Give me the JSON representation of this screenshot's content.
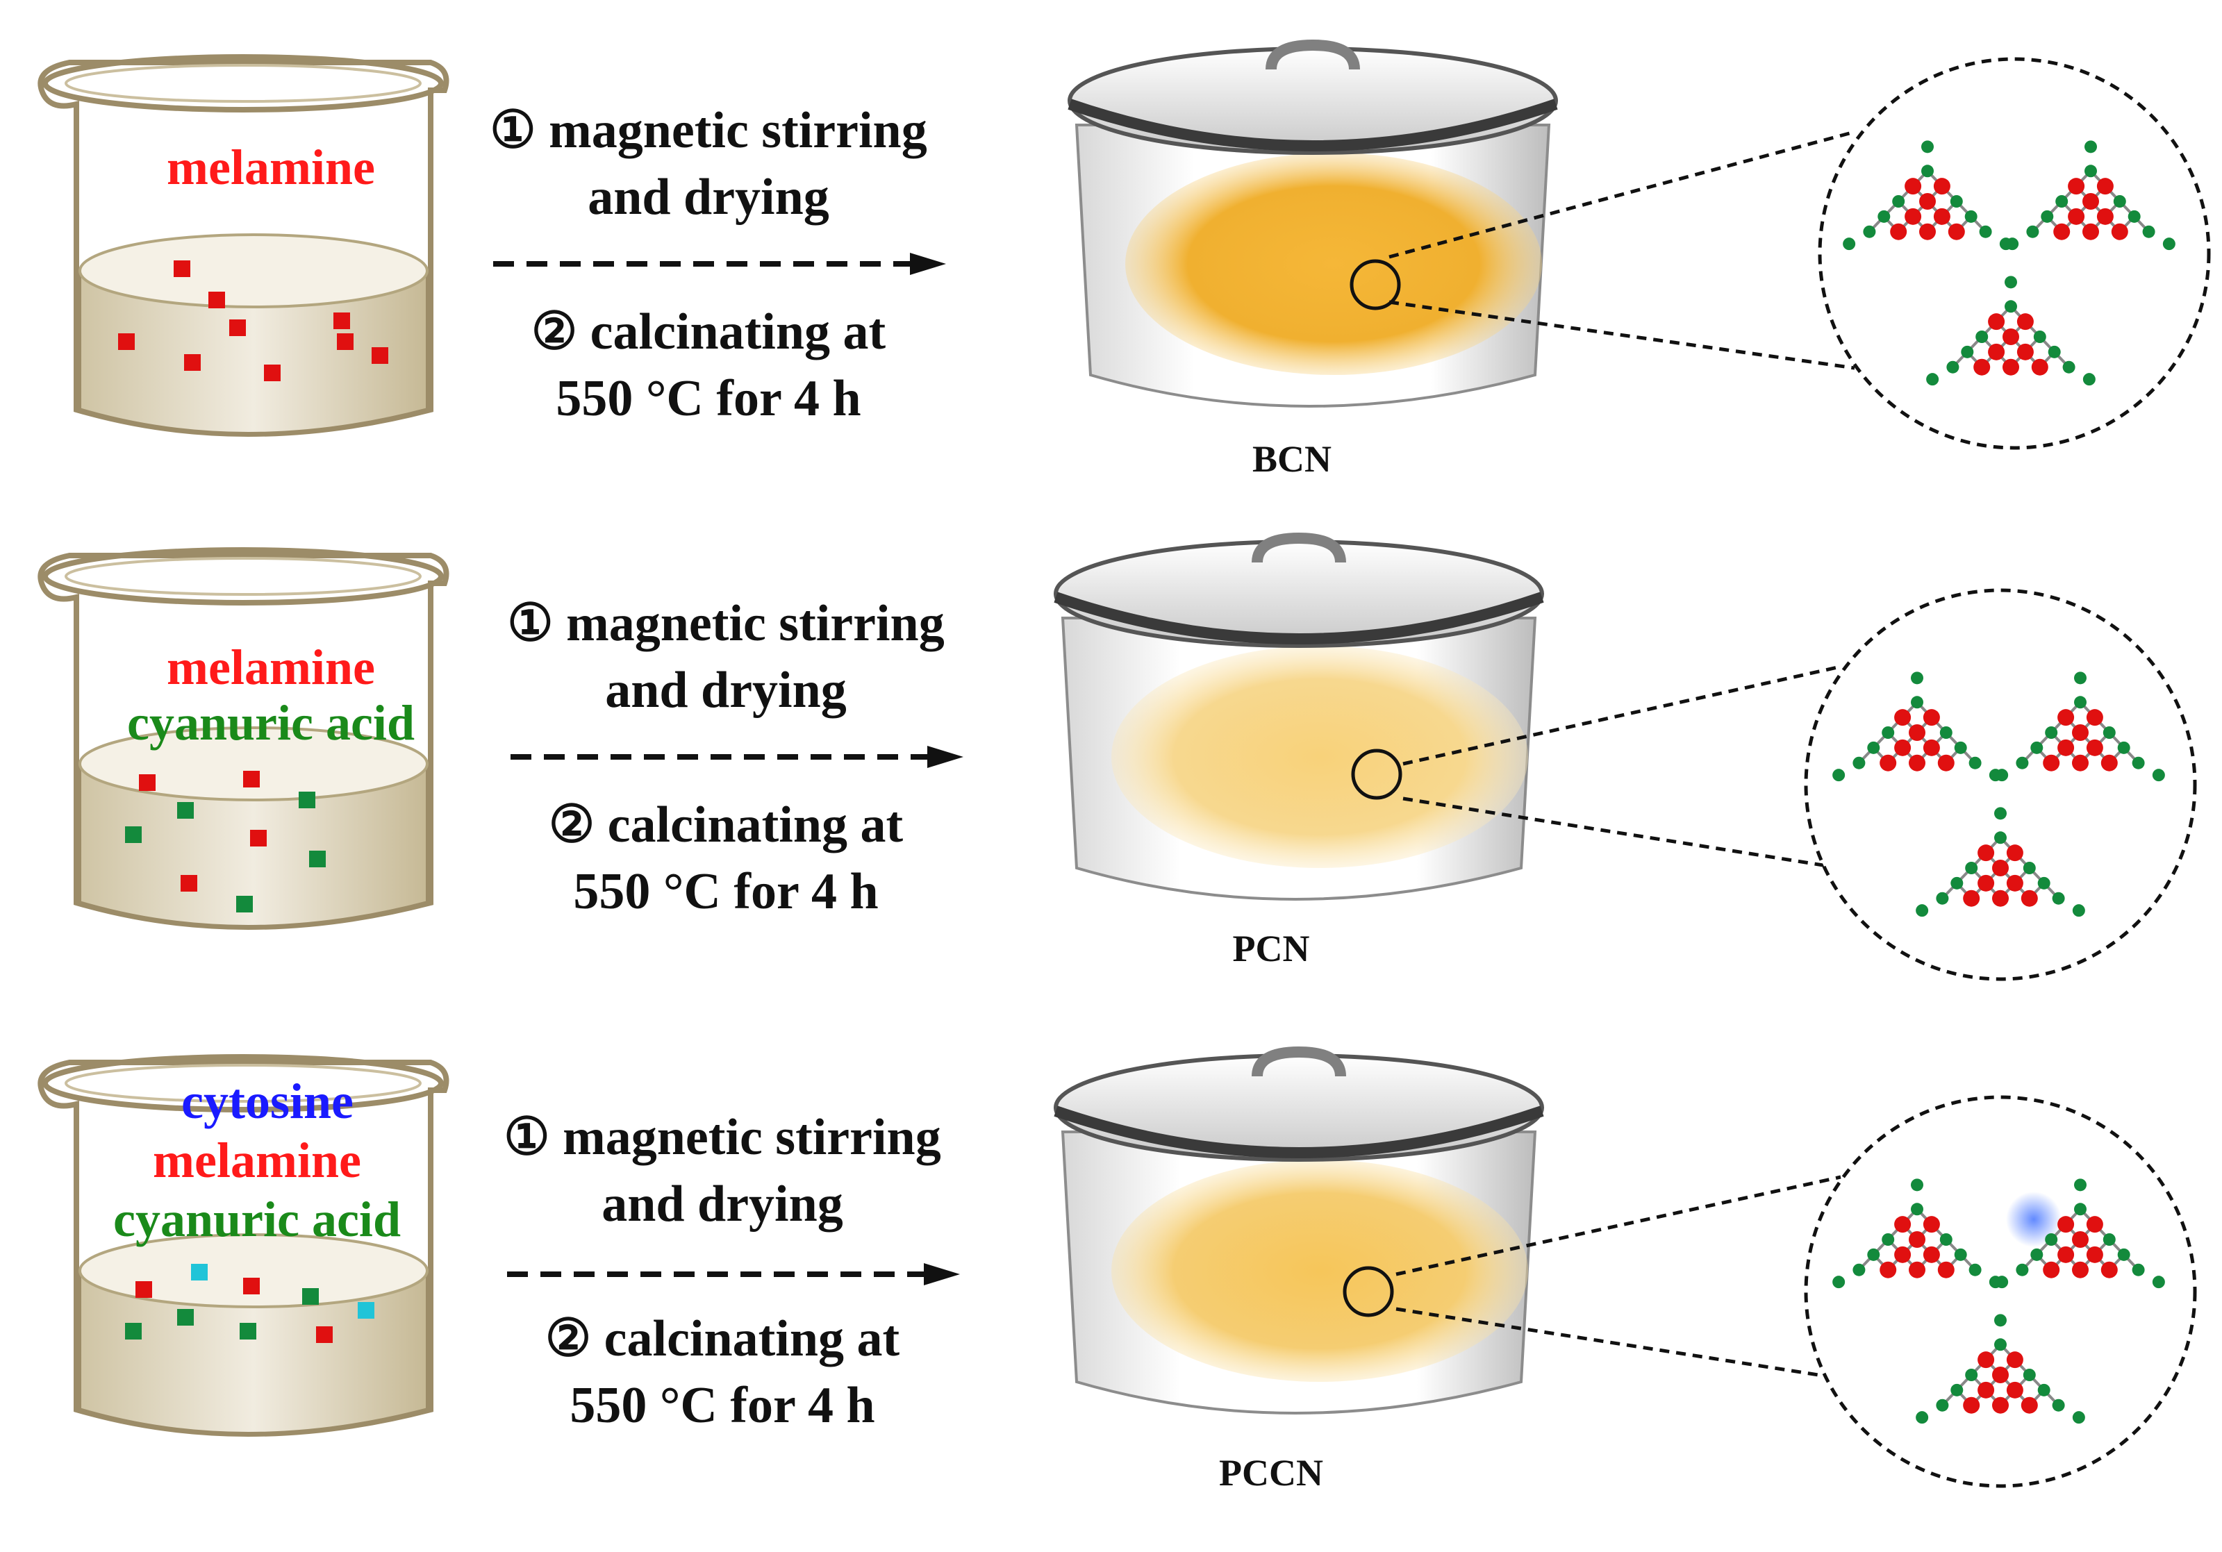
{
  "rows": [
    {
      "precursors": [
        {
          "text": "melamine",
          "color": "#ff1a1a"
        }
      ],
      "step1_line1": "① magnetic stirring",
      "step1_line2": "and drying",
      "step2_line1": "② calcinating at",
      "step2_line2": "550 °C for 4 h",
      "product": "BCN"
    },
    {
      "precursors": [
        {
          "text": "melamine",
          "color": "#ff1a1a"
        },
        {
          "text": "cyanuric acid",
          "color": "#1a8a1a"
        }
      ],
      "step1_line1": "① magnetic stirring",
      "step1_line2": "and drying",
      "step2_line1": "② calcinating at",
      "step2_line2": "550 °C for 4 h",
      "product": "PCN"
    },
    {
      "precursors": [
        {
          "text": "cytosine",
          "color": "#1a1aff"
        },
        {
          "text": "melamine",
          "color": "#ff1a1a"
        },
        {
          "text": "cyanuric acid",
          "color": "#1a8a1a"
        }
      ],
      "step1_line1": "① magnetic stirring",
      "step1_line2": "and drying",
      "step2_line1": "② calcinating at",
      "step2_line2": "550 °C for 4 h",
      "product": "PCCN"
    }
  ],
  "colors": {
    "carbon_atom": "#e01010",
    "nitrogen_atom": "#138a3c",
    "cytosine_cube": "#20c4d8",
    "highlight_glow": "#3a6cff",
    "powder": "#f0b030"
  }
}
